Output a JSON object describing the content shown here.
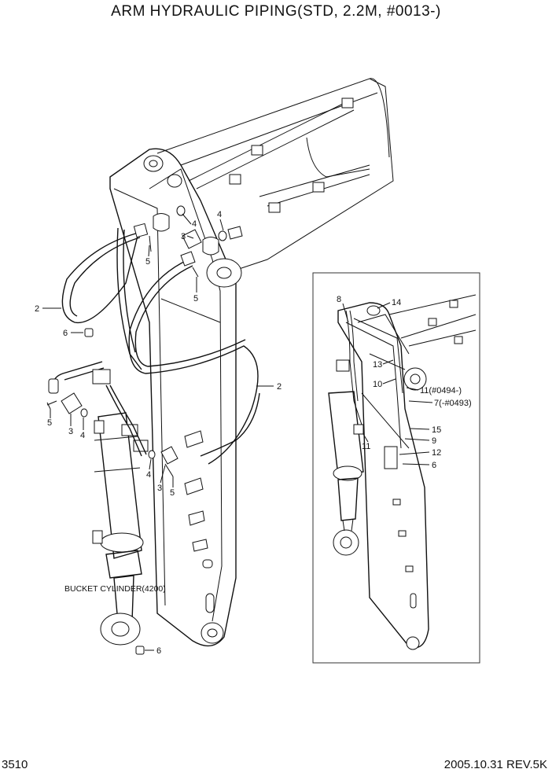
{
  "title": "ARM HYDRAULIC PIPING(STD, 2.2M, #0013-)",
  "page_number": "3510",
  "revision": "2005.10.31 REV.5K",
  "annotations": {
    "bucket_cylinder": "BUCKET CYLINDER(4200)"
  },
  "main_callouts": [
    "4",
    "4",
    "3",
    "5",
    "5",
    "2",
    "6",
    "2",
    "5",
    "3",
    "4",
    "4",
    "3",
    "5",
    "6"
  ],
  "inset_callouts": [
    "8",
    "14",
    "13",
    "10",
    "11(#0494-)",
    "7(-#0493)",
    "15",
    "9",
    "11",
    "12",
    "6"
  ]
}
